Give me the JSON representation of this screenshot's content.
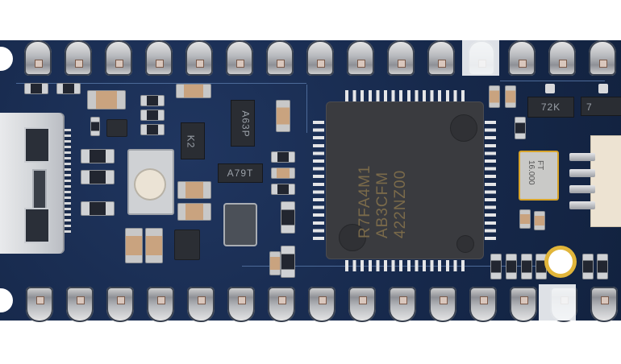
{
  "scene": {
    "subject": "Microcontroller development board (top view)",
    "board_color": "#1a2b4a",
    "background_color": "#ffffff"
  },
  "mcu": {
    "line1": "R7FA4M1",
    "line2": "AB3CFM",
    "line3": "422NZ00"
  },
  "components": {
    "sot_72k": "72K",
    "sot_7": "7",
    "sot_a63p": "A63P",
    "sot_a79t": "A79T",
    "diode_k2": "K2",
    "crystal_brand": "FT",
    "crystal_freq": "16.000"
  },
  "header_pins": {
    "top_count": 15,
    "bottom_count": 15
  }
}
